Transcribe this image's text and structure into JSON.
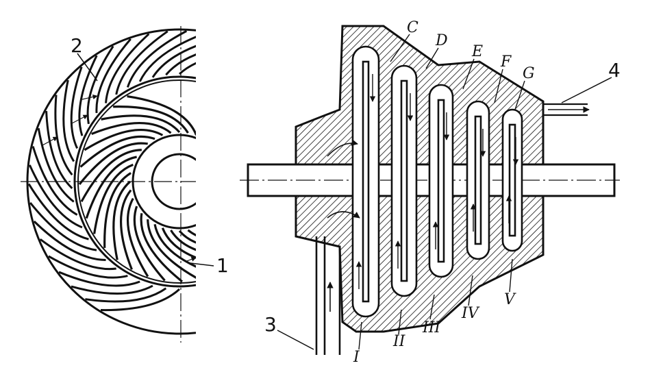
{
  "figure": {
    "callouts": [
      "1",
      "2",
      "3",
      "4"
    ],
    "impeller_channels": [
      "C",
      "D",
      "E",
      "F",
      "G"
    ],
    "stages": [
      "I",
      "II",
      "III",
      "IV",
      "V"
    ]
  },
  "colors": {
    "ink": "#111111",
    "paper": "#ffffff"
  }
}
